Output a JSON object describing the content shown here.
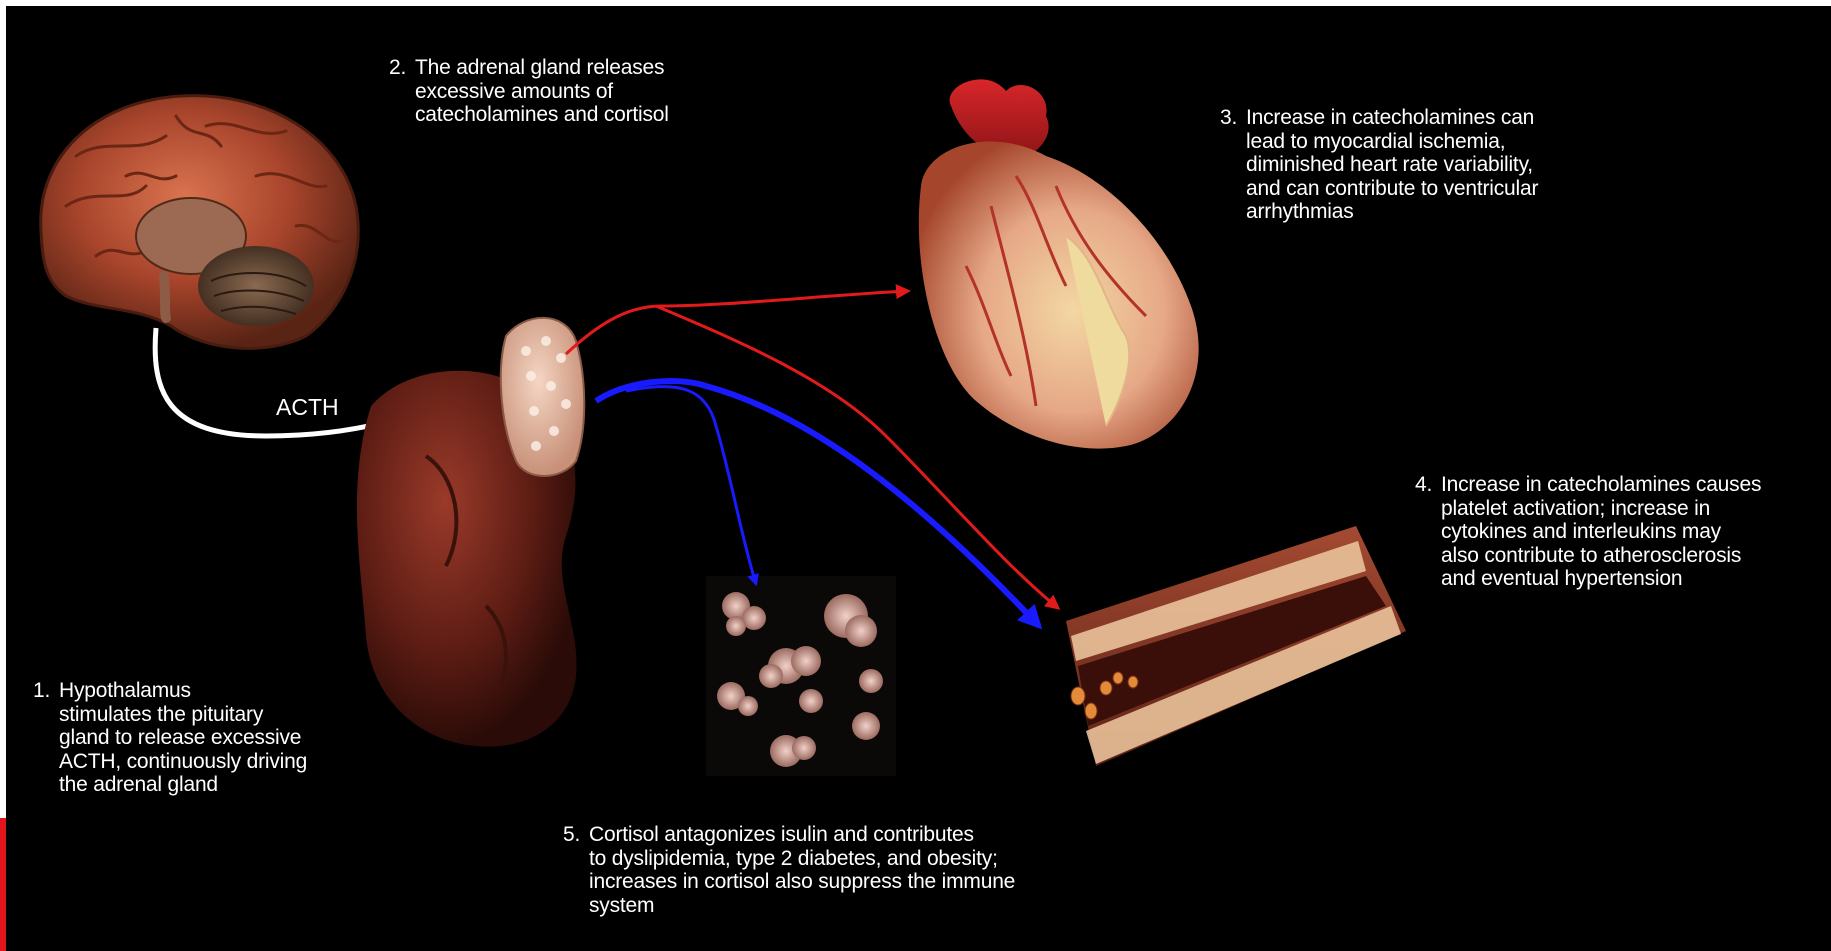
{
  "colors": {
    "background": "#000000",
    "cortisol_arrow": "#1a1aff",
    "catecholamine_arrow": "#e11b1b",
    "acth_arrow": "#ffffff",
    "text": "#ffffff",
    "edge_marker": "#e1161d"
  },
  "organs": [
    "brain-illustration",
    "adrenal-kidney-illustration",
    "heart-illustration",
    "fat-cells-illustration",
    "artery-illustration"
  ],
  "arrow_label": "ACTH",
  "steps": [
    {
      "num": "1.",
      "lines": [
        "Hypothalamus",
        "stimulates the pituitary",
        "gland to release excessive",
        "ACTH, continuously driving",
        "the adrenal gland"
      ]
    },
    {
      "num": "2.",
      "lines": [
        "The adrenal gland releases",
        "excessive amounts of",
        "catecholamines and cortisol"
      ]
    },
    {
      "num": "3.",
      "lines": [
        "Increase in catecholamines can",
        "lead to myocardial ischemia,",
        "diminished heart rate variability,",
        "and can contribute to ventricular",
        "arrhythmias"
      ]
    },
    {
      "num": "4.",
      "lines": [
        "Increase in catecholamines causes",
        "platelet activation; increase in",
        "cytokines and interleukins may",
        "also contribute to atherosclerosis",
        "and eventual hypertension"
      ]
    },
    {
      "num": "5.",
      "lines": [
        "Cortisol antagonizes isulin and contributes",
        "to dyslipidemia, type 2 diabetes, and obesity;",
        "increases in cortisol also suppress the immune",
        "system"
      ]
    }
  ]
}
